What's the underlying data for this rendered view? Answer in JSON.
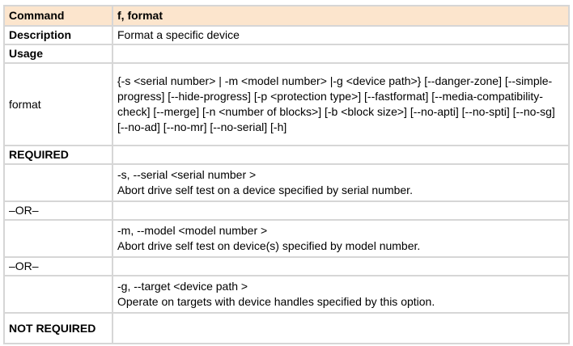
{
  "table": {
    "colors": {
      "header_bg": "#fce5cd",
      "border": "#d6d6d6",
      "text": "#000000",
      "page_bg": "#ffffff"
    },
    "rows": [
      {
        "label": "Command",
        "value": "f, format"
      },
      {
        "label": "Description",
        "value": "Format a specific device"
      },
      {
        "label": "Usage",
        "value": ""
      },
      {
        "label": "format",
        "value": "{-s <serial number> | -m <model number> |-g <device path>} [--danger-zone] [--simple-progress] [--hide-progress] [-p <protection type>] [--fastformat] [--media-compatibility-check] [--merge] [-n <number of blocks>] [-b <block size>] [--no-apti] [--no-spti] [--no-sg] [--no-ad] [--no-mr] [--no-serial] [-h]"
      },
      {
        "label": "REQUIRED",
        "value": ""
      },
      {
        "label": "",
        "value": "-s, --serial <serial number >\nAbort drive self test on a device specified by serial number."
      },
      {
        "label": "–OR–",
        "value": ""
      },
      {
        "label": "",
        "value": "-m, --model <model number >\nAbort drive self test on device(s) specified by model number."
      },
      {
        "label": "–OR–",
        "value": ""
      },
      {
        "label": "",
        "value": "-g, --target <device path >\nOperate on targets with device handles specified by this option."
      },
      {
        "label": "NOT REQUIRED",
        "value": ""
      }
    ]
  }
}
